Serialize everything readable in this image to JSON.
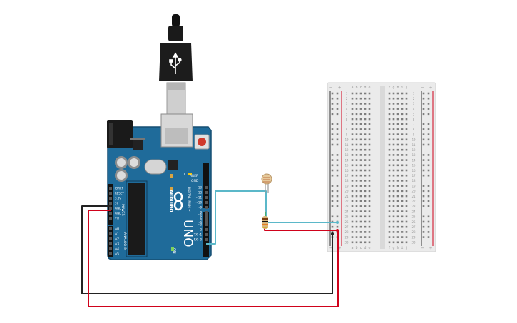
{
  "scene": {
    "type": "circuit-simulator-canvas",
    "colors": {
      "background": "#ffffff",
      "arduino_board": "#1f6b9a",
      "arduino_edge": "#174f73",
      "breadboard": "#e9e9e9",
      "wire_black": "#222222",
      "wire_red": "#d0021b",
      "wire_cyan": "#5bb8c9",
      "rail_red": "#d0021b",
      "rail_dark": "#333333"
    }
  },
  "arduino": {
    "logo_text": "ARDUINO",
    "model_text": "UNO",
    "digital_label": "DIGITAL (PWM ~)",
    "analog_label": "ANALOG IN",
    "power_label": "POWER",
    "aref": "AREF",
    "gnd": "GND",
    "l_label": "L",
    "tx_label": "TX",
    "rx_label": "RX",
    "on_label": "ON",
    "power_pins": [
      "IOREF",
      "RESET",
      "3.3V",
      "5V",
      "GND",
      "GND",
      "Vin"
    ],
    "analog_pins": [
      "A0",
      "A1",
      "A2",
      "A3",
      "A4",
      "A5"
    ],
    "digital_pins": [
      "13",
      "12",
      "~11",
      "~10",
      "~9",
      "8",
      "7",
      "~6",
      "~5",
      "4",
      "~3",
      "2",
      "TX→1",
      "RX←0"
    ]
  },
  "breadboard": {
    "column_letters_left": [
      "a",
      "b",
      "c",
      "d",
      "e"
    ],
    "column_letters_right": [
      "f",
      "g",
      "h",
      "i",
      "j"
    ],
    "rail_minus": "−",
    "rail_plus": "+",
    "row_count": 30
  },
  "components": {
    "photoresistor": "photoresistor",
    "resistor": "resistor",
    "usb_cable": "usb-cable"
  }
}
